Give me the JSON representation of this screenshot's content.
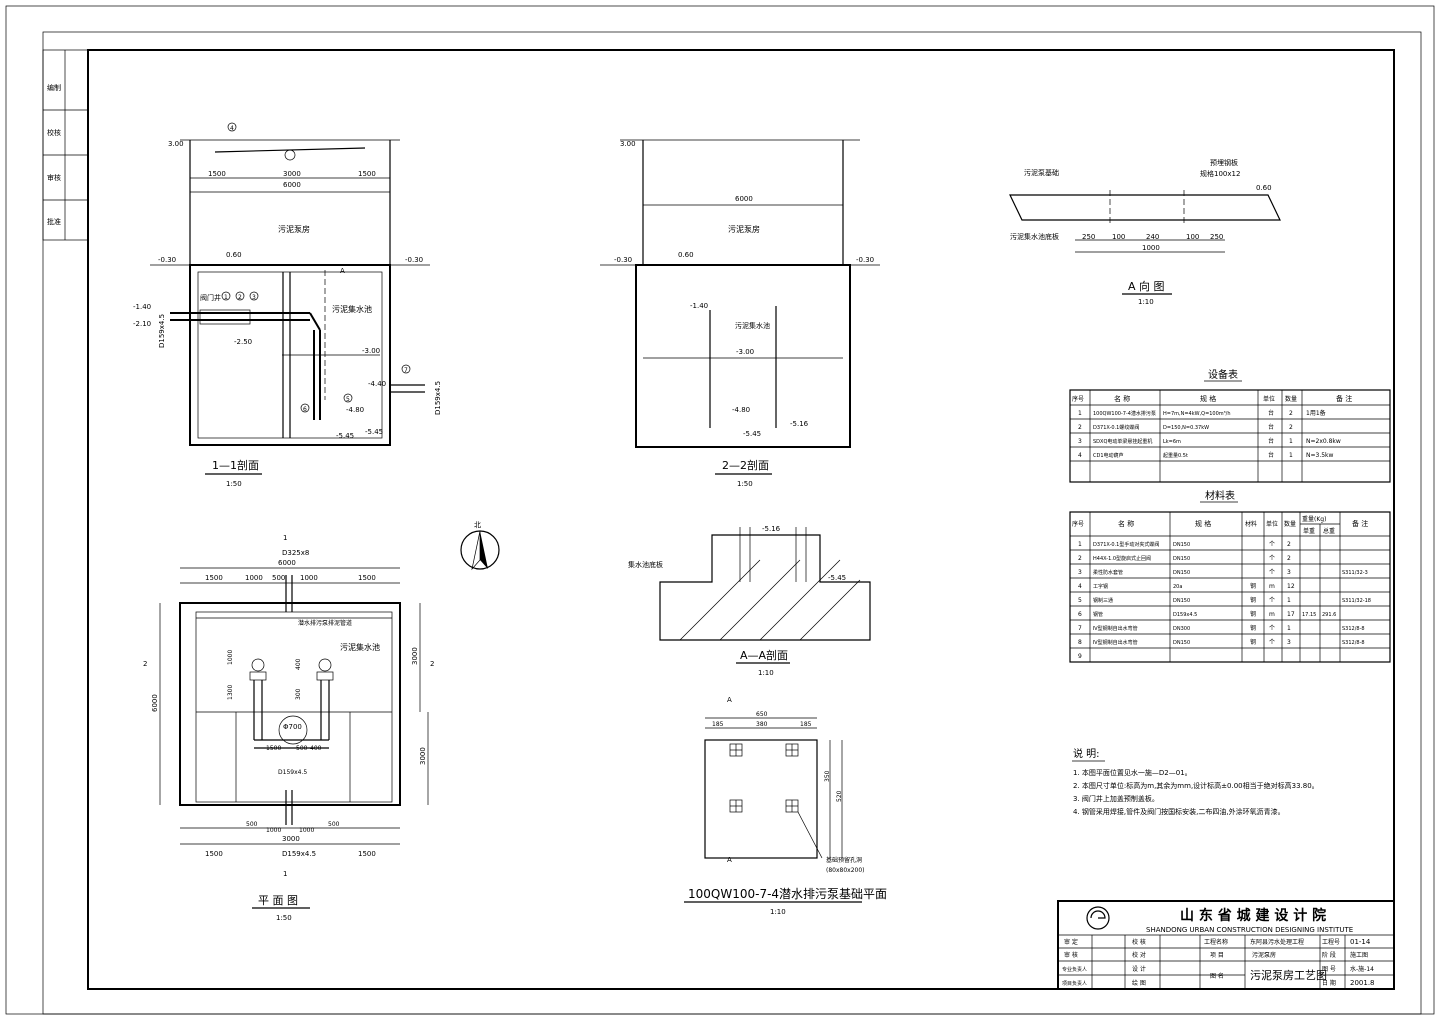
{
  "left_strip": {
    "labels": [
      "编制",
      "校核",
      "审核",
      "批准"
    ]
  },
  "section_11": {
    "title": "1—1剖面",
    "scale": "1:50",
    "dims_top": [
      "1500",
      "3000",
      "1500"
    ],
    "dim_total": "6000",
    "room_label": "污泥泵房",
    "tank_label": "污泥集水池",
    "valve_well_label": "阀门井",
    "elevations": [
      "3.00",
      "-0.30",
      "-0.30",
      "-1.40",
      "-2.10",
      "-2.50",
      "-3.00",
      "-4.40",
      "-4.80",
      "-5.45",
      "-5.45",
      "0.60"
    ],
    "pipe_label": "D159x4.5",
    "callouts": [
      "A",
      "1",
      "2",
      "3",
      "4",
      "5",
      "6",
      "7"
    ]
  },
  "section_22": {
    "title": "2—2剖面",
    "scale": "1:50",
    "dim_total": "6000",
    "room_label": "污泥泵房",
    "tank_label": "污泥集水池",
    "elevations": [
      "3.00",
      "-0.30",
      "-0.30",
      "0.60",
      "-1.40",
      "-3.00",
      "-4.80",
      "-5.16",
      "-5.45"
    ]
  },
  "view_a": {
    "title": "A 向 图",
    "scale": "1:10",
    "labels": [
      "预埋钢板",
      "规格100x12",
      "污泥泵基础",
      "污泥集水池底板"
    ],
    "dims": [
      "250",
      "100",
      "240",
      "100",
      "250"
    ],
    "dim_total": "1000",
    "elev": "0.60"
  },
  "equipment_table": {
    "title": "设备表",
    "headers": [
      "序号",
      "名 称",
      "规 格",
      "单位",
      "数量",
      "备 注"
    ],
    "rows": [
      [
        "1",
        "100QW100-7-4潜水排污泵",
        "H=7m,N=4kW,Q=100m³/h",
        "台",
        "2",
        "1用1备"
      ],
      [
        "2",
        "D371X-0.1螺纹蝶阀",
        "D=150,N=0.37kW",
        "台",
        "2",
        ""
      ],
      [
        "3",
        "SDXQ电动单梁悬挂起重机",
        "Lk=6m",
        "台",
        "1",
        "N=2x0.8kw"
      ],
      [
        "4",
        "CD1电动葫芦",
        "起重量0.5t",
        "台",
        "1",
        "N=3.5kw"
      ],
      [
        "",
        "",
        "",
        "",
        "",
        ""
      ]
    ]
  },
  "material_table": {
    "title": "材料表",
    "headers": [
      "序号",
      "名 称",
      "规 格",
      "材料",
      "单位",
      "数量",
      "重量(Kg)",
      "备 注"
    ],
    "weight_subheaders": [
      "单重",
      "总重"
    ],
    "rows": [
      [
        "1",
        "D371X-0.1型手动对夹式蝶阀",
        "DN150",
        "",
        "个",
        "2",
        "",
        "",
        ""
      ],
      [
        "2",
        "H44X-1.0型旋启式止回阀",
        "DN150",
        "",
        "个",
        "2",
        "",
        "",
        ""
      ],
      [
        "3",
        "柔性防水套管",
        "DN150",
        "",
        "个",
        "3",
        "",
        "",
        "S311/32-3"
      ],
      [
        "4",
        "工字钢",
        "20a",
        "钢",
        "m",
        "12",
        "",
        "",
        ""
      ],
      [
        "5",
        "钢制三通",
        "DN150",
        "钢",
        "个",
        "1",
        "",
        "",
        "S311/32-18"
      ],
      [
        "6",
        "钢管",
        "D159x4.5",
        "钢",
        "m",
        "17",
        "17.15",
        "291.6",
        ""
      ],
      [
        "7",
        "Ⅳ型钢制自出水弯管",
        "DN300",
        "钢",
        "个",
        "1",
        "",
        "",
        "S312/8-8"
      ],
      [
        "8",
        "Ⅳ型钢制自出水弯管",
        "DN150",
        "钢",
        "个",
        "3",
        "",
        "",
        "S312/8-8"
      ],
      [
        "9",
        "",
        "",
        "",
        "",
        "",
        "",
        "",
        ""
      ]
    ]
  },
  "plan": {
    "title": "平 面 图",
    "scale": "1:50",
    "dims_top": [
      "1500",
      "1000",
      "500",
      "1000",
      "1500"
    ],
    "dim_total_top": "6000",
    "dims_bottom": [
      "1500",
      "500",
      "1000",
      "1000",
      "500",
      "1500"
    ],
    "dim_total_bottom": "3000",
    "pipe_top": "D325x8",
    "pipe_bottom": "D159x4.5",
    "pipe_mid": "D159x4.5",
    "labels": [
      "潜水排污泵排泥管道",
      "污泥集水池",
      "Φ700"
    ],
    "dims_left": "6000",
    "dims_right": [
      "3000",
      "3000"
    ],
    "dims_mid": [
      "1000",
      "1300",
      "1500",
      "500",
      "400",
      "400",
      "300"
    ],
    "markers": [
      "1",
      "1",
      "2",
      "2"
    ]
  },
  "section_aa": {
    "title": "A—A剖面",
    "scale": "1:10",
    "labels": [
      "集水池底板"
    ],
    "elevations": [
      "-5.16",
      "-5.45"
    ]
  },
  "pump_base": {
    "title": "100QW100-7-4潜水排污泵基础平面",
    "scale": "1:10",
    "dims": [
      "185",
      "380",
      "185"
    ],
    "dim_total": "650",
    "dims_side": [
      "350",
      "520"
    ],
    "label": "基础预留孔洞",
    "label2": "(80x80x200)",
    "markers": [
      "A",
      "A"
    ]
  },
  "notes": {
    "title": "说 明:",
    "items": [
      "1. 本图平面位置见水一施—D2—01。",
      "2. 本图尺寸单位:标高为m,其余为mm,设计标高±0.00相当于绝对标高33.80。",
      "3. 阀门井上加盖预制盖板。",
      "4. 钢管采用焊接,管件及阀门按国标安装,二布四油,外涂环氧沥青漆。"
    ]
  },
  "title_block": {
    "company_cn": "山 东 省 城 建 设 计 院",
    "company_en": "SHANDONG URBAN CONSTRUCTION DESIGNING INSTITUTE",
    "left_roles": [
      "审 定",
      "审 核",
      "专业负责人",
      "项目负责人"
    ],
    "mid_roles": [
      "校 核",
      "校 对",
      "设 计",
      "绘 图"
    ],
    "project_label": "工程名称",
    "project_name": "东阿县污水处理工程",
    "item_label": "项 目",
    "item_name": "污泥泵房",
    "drawing_label": "图 名",
    "drawing_name": "污泥泵房工艺图",
    "right_labels": [
      "工程号",
      "阶 段",
      "图 号",
      "日 期"
    ],
    "right_values": [
      "01-14",
      "施工图",
      "水-施-14",
      "2001.8"
    ]
  }
}
